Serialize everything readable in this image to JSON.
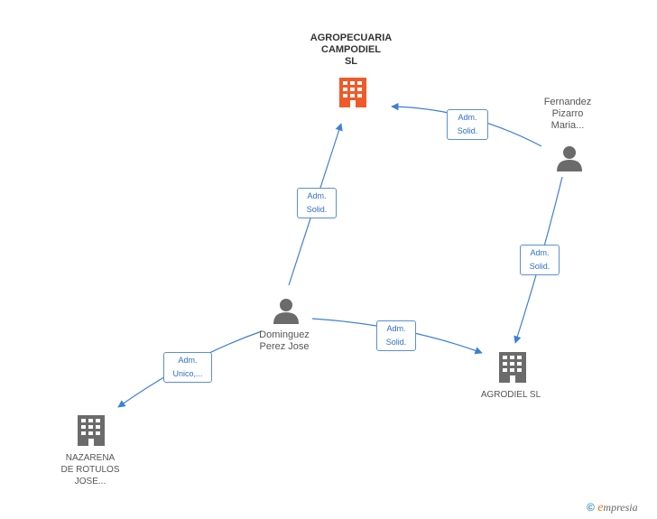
{
  "nodes": {
    "agropecuaria": {
      "lines": [
        "AGROPECUARIA",
        "CAMPODIEL",
        "SL"
      ],
      "color": "#f05a28"
    },
    "fernandez": {
      "lines": [
        "Fernandez",
        "Pizarro",
        "Maria..."
      ]
    },
    "dominguez": {
      "lines": [
        "Dominguez",
        "Perez Jose"
      ]
    },
    "agrodiel": {
      "lines": [
        "AGRODIEL SL"
      ]
    },
    "nazarena": {
      "lines": [
        "NAZARENA",
        "DE ROTULOS",
        "JOSE..."
      ]
    }
  },
  "edges": {
    "dominguez_agropecuaria": [
      "Adm.",
      "Solid."
    ],
    "fernandez_agropecuaria": [
      "Adm.",
      "Solid."
    ],
    "fernandez_agrodiel": [
      "Adm.",
      "Solid."
    ],
    "dominguez_agrodiel": [
      "Adm.",
      "Solid."
    ],
    "dominguez_nazarena": [
      "Adm.",
      "Unico,..."
    ]
  },
  "colors": {
    "edge": "#3d7fd9",
    "icon": "#6b6b6b",
    "highlight": "#f05a28"
  },
  "footer": {
    "copyright": "©",
    "brand_initial": "e",
    "brand_rest": "mpresia"
  }
}
